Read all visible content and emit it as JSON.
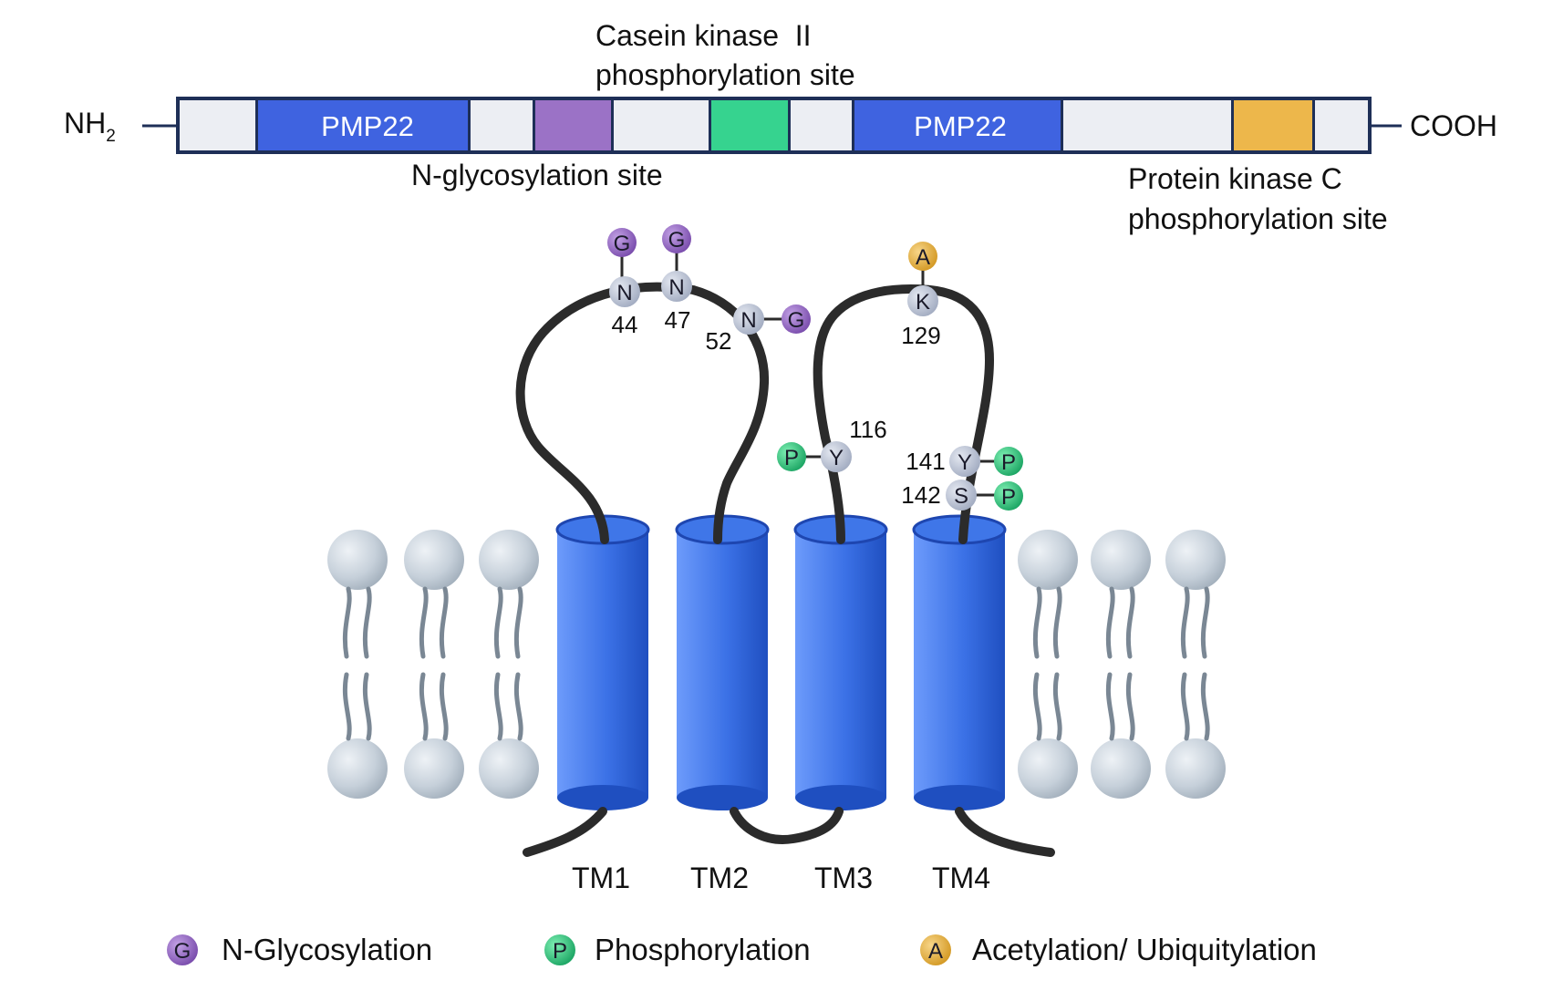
{
  "domain_bar": {
    "n_terminus_main": "NH",
    "n_terminus_sub": "2",
    "c_terminus": "COOH",
    "segments": [
      {
        "kind": "blank"
      },
      {
        "kind": "pmp22",
        "label": "PMP22"
      },
      {
        "kind": "blank"
      },
      {
        "kind": "glyco"
      },
      {
        "kind": "blank"
      },
      {
        "kind": "casein"
      },
      {
        "kind": "blank"
      },
      {
        "kind": "pmp22",
        "label": "PMP22"
      },
      {
        "kind": "blank"
      },
      {
        "kind": "pkc"
      },
      {
        "kind": "blank"
      }
    ],
    "casein_label": [
      "Casein kinase  II",
      "phosphorylation site"
    ],
    "glyco_label": "N-glycosylation site",
    "pkc_label": [
      "Protein kinase C",
      "phosphorylation site"
    ]
  },
  "helices": [
    {
      "label": "TM1"
    },
    {
      "label": "TM2"
    },
    {
      "label": "TM3"
    },
    {
      "label": "TM4"
    }
  ],
  "residues": [
    {
      "id": "n44",
      "letter": "N",
      "number": "44",
      "mod": "G"
    },
    {
      "id": "n47",
      "letter": "N",
      "number": "47",
      "mod": "G"
    },
    {
      "id": "n52",
      "letter": "N",
      "number": "52",
      "mod": "G"
    },
    {
      "id": "y116",
      "letter": "Y",
      "number": "116",
      "mod": "P"
    },
    {
      "id": "k129",
      "letter": "K",
      "number": "129",
      "mod": "A"
    },
    {
      "id": "y141",
      "letter": "Y",
      "number": "141",
      "mod": "P"
    },
    {
      "id": "s142",
      "letter": "S",
      "number": "142",
      "mod": "P"
    }
  ],
  "legend": [
    {
      "symbol": "G",
      "label": "N-Glycosylation"
    },
    {
      "symbol": "P",
      "label": "Phosphorylation"
    },
    {
      "symbol": "A",
      "label": "Acetylation/ Ubiquitylation"
    }
  ],
  "colors": {
    "pmp22": "#3f63e0",
    "blank": "#eceef3",
    "glyco": "#9b72c6",
    "casein": "#36d38f",
    "pkc": "#edb74b",
    "bar_border": "#1e2f57",
    "chain": "#2b2b2b",
    "helix": "#3f76e8",
    "lipid_head": "#c3cdd7",
    "lipid_tail": "#7a8794",
    "residue": "#b6bfd2",
    "mod_G": "#9a6bc8",
    "mod_P": "#34c47c",
    "mod_A": "#e6ac3a"
  }
}
